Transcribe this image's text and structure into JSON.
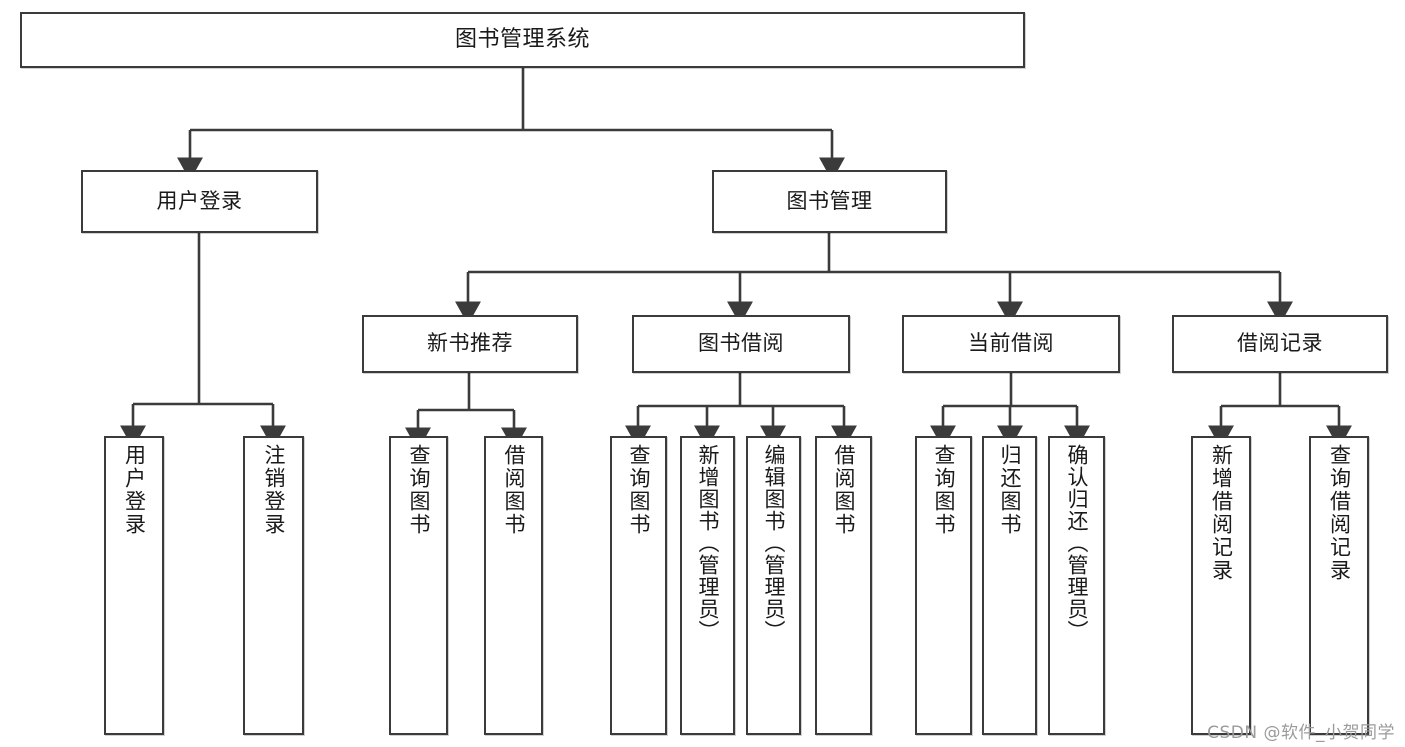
{
  "diagram": {
    "title": "图书管理系统",
    "type": "tree-hierarchy-chart",
    "watermark": "CSDN @软件_小贺同学",
    "colors": {
      "border": "#3b3b3b",
      "background": "#ffffff",
      "text": "#1a1a1a",
      "watermark": "#9b9b9b"
    },
    "root": {
      "label": "图书管理系统"
    },
    "level1": [
      {
        "label": "用户登录"
      },
      {
        "label": "图书管理"
      }
    ],
    "level2": [
      {
        "label": "新书推荐"
      },
      {
        "label": "图书借阅"
      },
      {
        "label": "当前借阅"
      },
      {
        "label": "借阅记录"
      }
    ],
    "leaves_user_login": [
      {
        "label": "用户登录"
      },
      {
        "label": "注销登录"
      }
    ],
    "leaves_new_books": [
      {
        "label": "查询图书"
      },
      {
        "label": "借阅图书"
      }
    ],
    "leaves_borrow": [
      {
        "label": "查询图书"
      },
      {
        "label": "新增图书（管理员）"
      },
      {
        "label": "编辑图书（管理员）"
      },
      {
        "label": "借阅图书"
      }
    ],
    "leaves_current": [
      {
        "label": "查询图书"
      },
      {
        "label": "归还图书"
      },
      {
        "label": "确认归还（管理员）"
      }
    ],
    "leaves_records": [
      {
        "label": "新增借阅记录"
      },
      {
        "label": "查询借阅记录"
      }
    ]
  }
}
